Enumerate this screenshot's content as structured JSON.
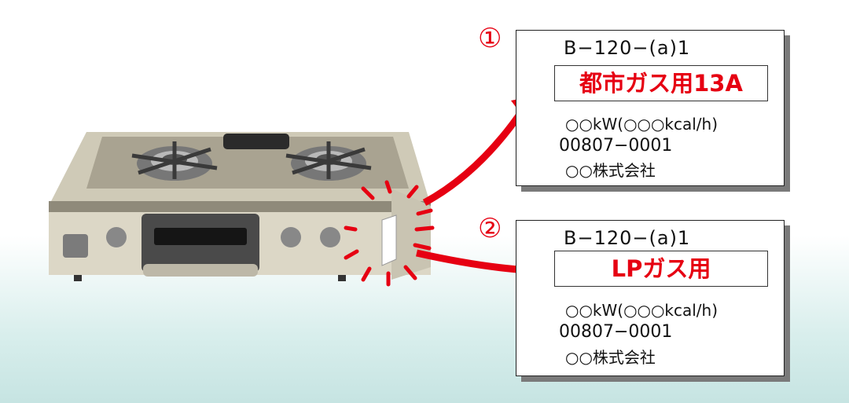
{
  "labels": [
    {
      "number": "①",
      "model": "B−120−(a)1",
      "gas_type": "都市ガス用13A",
      "power": "○○kW(○○○kcal/h)",
      "code": "00807−0001",
      "maker": "○○株式会社"
    },
    {
      "number": "②",
      "model": "B−120−(a)1",
      "gas_type": "LPガス用",
      "power": "○○kW(○○○kcal/h)",
      "code": "00807−0001",
      "maker": "○○株式会社"
    }
  ],
  "colors": {
    "accent_red": "#e60012",
    "stove_body": "#d8d3c2",
    "stove_top": "#b0aa98",
    "background_tint": "#c6e4e2"
  }
}
